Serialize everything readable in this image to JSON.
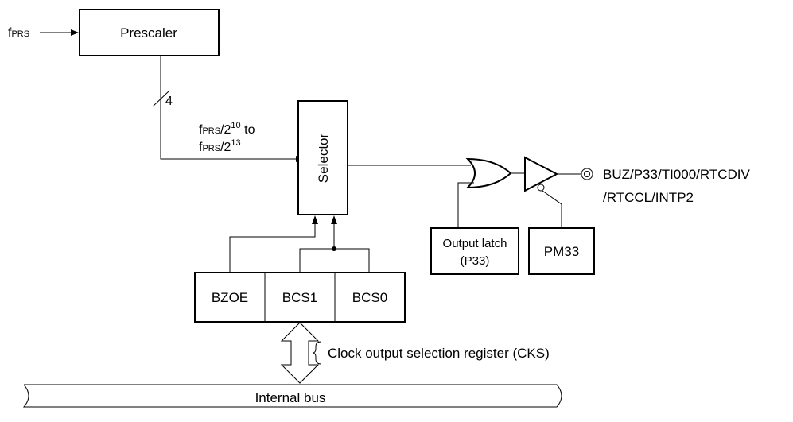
{
  "input_signal": {
    "main": "f",
    "sub": "PRS"
  },
  "prescaler_label": "Prescaler",
  "bus_width_label": "4",
  "freq_range": {
    "line1": {
      "main": "f",
      "sub": "PRS",
      "rest": "/2",
      "exp": "10",
      "tail": " to"
    },
    "line2": {
      "main": "f",
      "sub": "PRS",
      "rest": "/2",
      "exp": "13"
    }
  },
  "selector_label": "Selector",
  "output_latch_label": {
    "line1": "Output latch",
    "line2": "(P33)"
  },
  "pm_label": "PM33",
  "pin_label": {
    "line1": "BUZ/P33/TI000/RTCDIV",
    "line2": "/RTCCL/INTP2"
  },
  "register_bits": [
    "BZOE",
    "BCS1",
    "BCS0"
  ],
  "register_name": "Clock output selection register (CKS)",
  "internal_bus_label": "Internal bus"
}
